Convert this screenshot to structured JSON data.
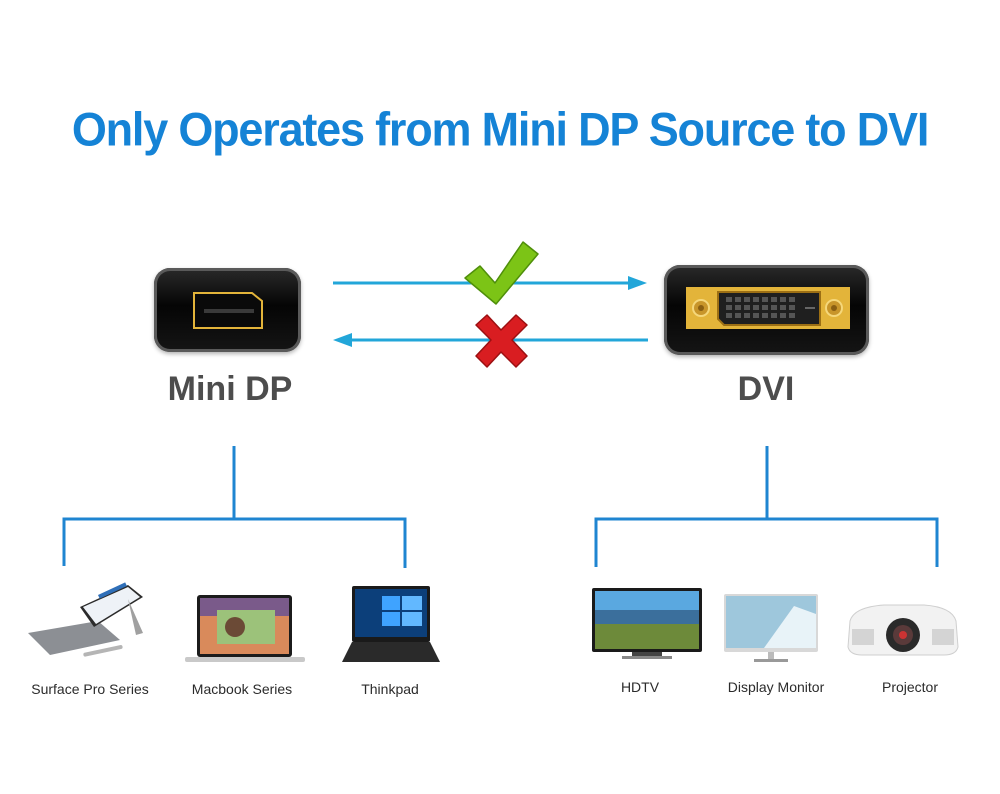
{
  "title": "Only Operates from Mini DP Source to DVI",
  "source": {
    "label": "Mini DP",
    "icon": "mini-displayport-icon"
  },
  "target": {
    "label": "DVI",
    "icon": "dvi-port-icon"
  },
  "directions": [
    {
      "from": "Mini DP",
      "to": "DVI",
      "supported": true,
      "icon": "green-checkmark-icon"
    },
    {
      "from": "DVI",
      "to": "Mini DP",
      "supported": false,
      "icon": "red-x-icon"
    }
  ],
  "source_devices": [
    {
      "label": "Surface Pro Series",
      "icon": "surface-tablet-icon"
    },
    {
      "label": "Macbook Series",
      "icon": "macbook-laptop-icon"
    },
    {
      "label": "Thinkpad",
      "icon": "thinkpad-laptop-icon"
    }
  ],
  "target_devices": [
    {
      "label": "HDTV",
      "icon": "hdtv-icon"
    },
    {
      "label": "Display Monitor",
      "icon": "monitor-icon"
    },
    {
      "label": "Projector",
      "icon": "projector-icon"
    }
  ],
  "colors": {
    "title": "#1583d6",
    "arrow": "#22a6d9",
    "tree": "#1f85d1",
    "check": "#7cc416",
    "cross": "#d91d21",
    "gold": "#e3b43a"
  }
}
